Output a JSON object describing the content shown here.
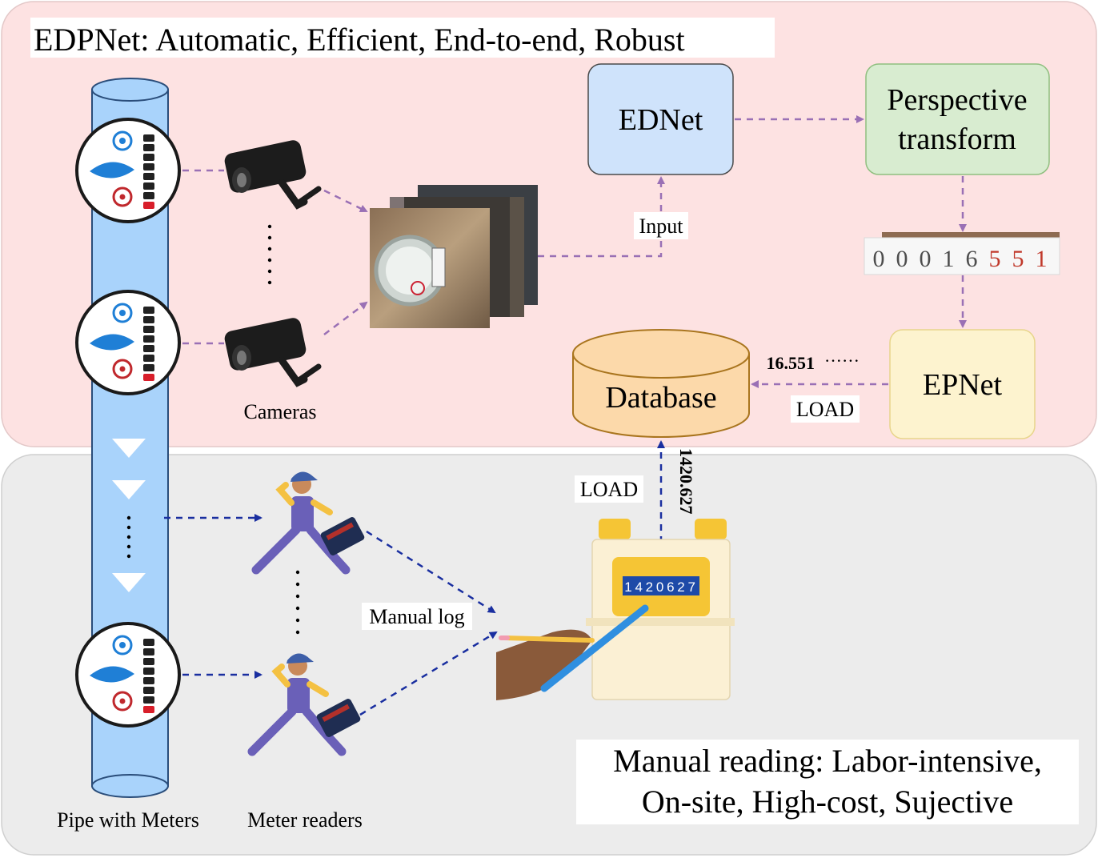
{
  "top_panel": {
    "title": "EDPNet: Automatic,  Efficient, End-to-end, Robust"
  },
  "bottom_panel": {
    "title_line1": "Manual reading: Labor-intensive,",
    "title_line2": "On-site, High-cost, Sujective"
  },
  "nodes": {
    "ednet": "EDNet",
    "perspective_line1": "Perspective",
    "perspective_line2": "transform",
    "epnet": "EPNet",
    "database": "Database"
  },
  "edge_labels": {
    "input": "Input",
    "load_top": "LOAD",
    "load_bottom": "LOAD",
    "epnet_value": "16.551",
    "epnet_dots": "······",
    "manual_value": "1420.627",
    "manual_log": "Manual log"
  },
  "labels": {
    "cameras": "Cameras",
    "pipe": "Pipe with Meters",
    "readers": "Meter readers"
  },
  "crop_digits": [
    "0",
    "0",
    "0",
    "1",
    "6",
    "5",
    "5",
    "1"
  ],
  "gas_meter_digits": [
    "1",
    "4",
    "2",
    "0",
    "6",
    "2",
    "7"
  ],
  "colors": {
    "top_panel_bg": "#fde2e2",
    "bottom_panel_bg": "#ececec",
    "ednet_fill": "#cfe3fb",
    "perspective_fill": "#d8ecd0",
    "epnet_fill": "#fdf3cf",
    "database_fill": "#fcd9aa",
    "pipe_fill": "#a9d3fb",
    "edge_purple": "#9a70b5",
    "edge_blue": "#1a2fa0"
  }
}
